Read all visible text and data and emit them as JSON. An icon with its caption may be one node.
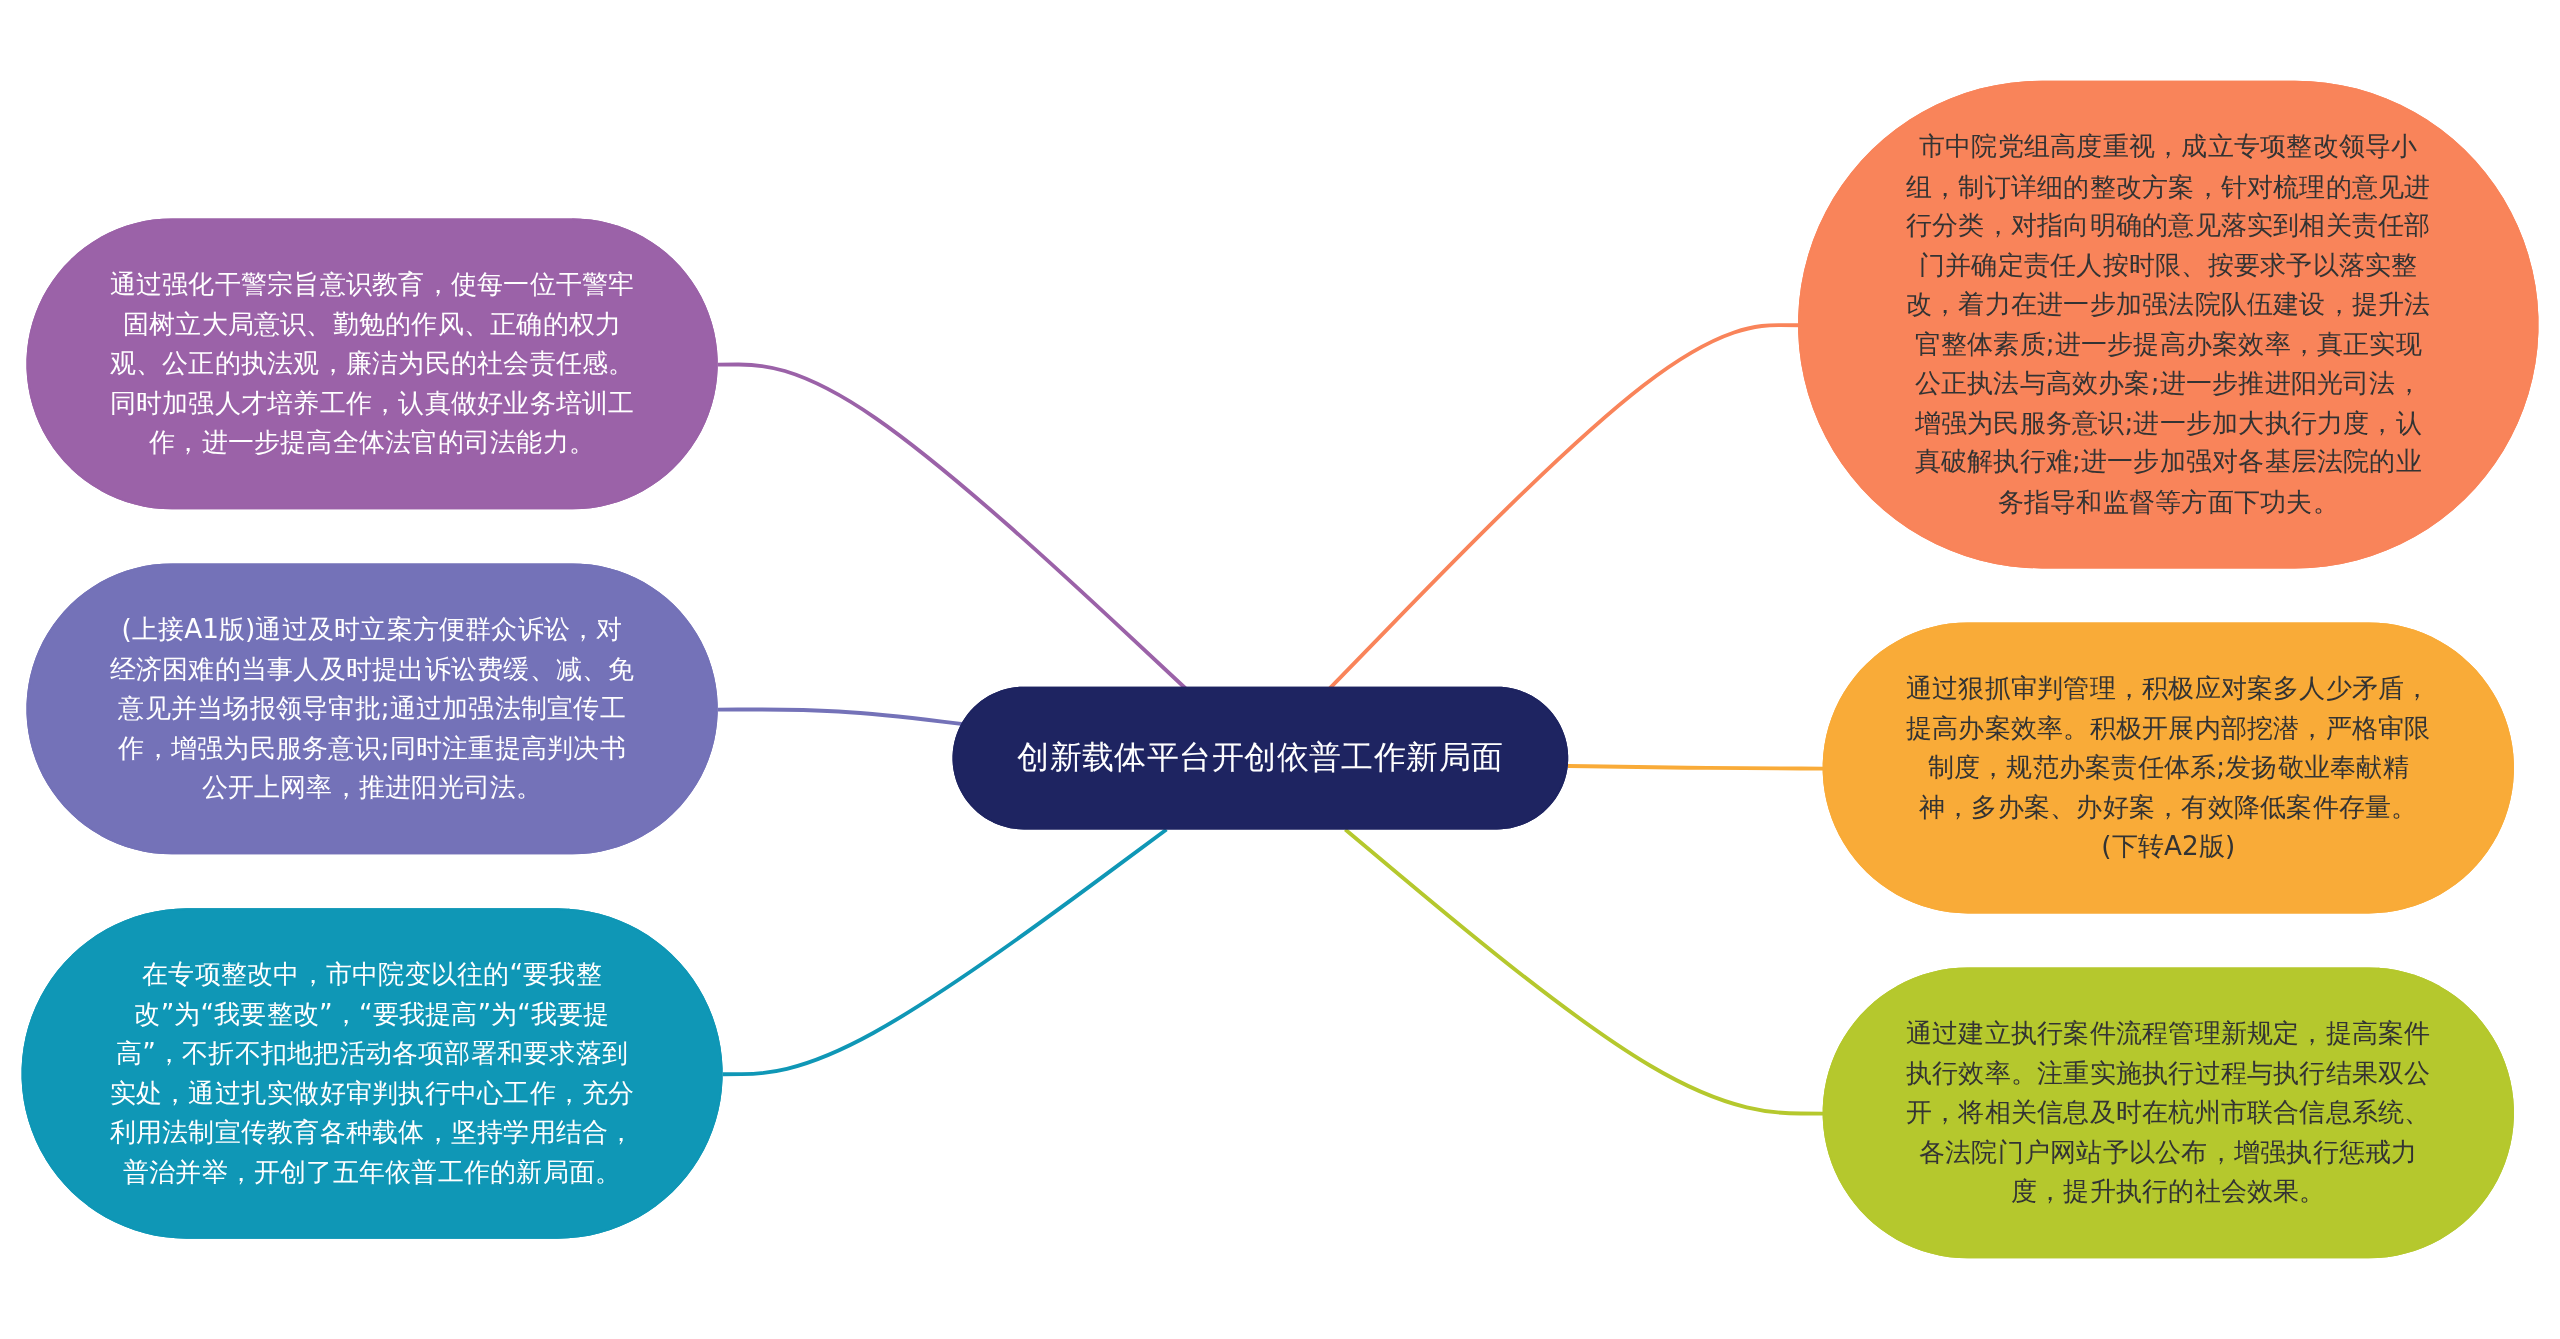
{
  "diagram": {
    "nodes": [
      {
        "text": [
          "创新载体平台开创依普工作新局面"
        ]
      },
      {
        "text": [
          "市中院党组高度重视，成立专项整改领导小组，制订详细的整改方案，针对梳理的意见进行分类，对指向明确的意见落实到相关责任部门并确定责任人按时限、按要求予以落实整改，着力在进一步加强法院队伍建设，提升法官整体素质;进一步提高办案效率，真正实现公正执法与高效办案;进一步推进阳光司法，增强为民服务意识;进一步加大执行力度，认真破解执行难;进一步加强对各基层法院的业务指导和监督等方面下功夫。"
        ]
      },
      {
        "text": [
          "通过狠抓审判管理，积极应对案多人少矛盾，提高办案效率。积极开展内部挖潜，严格审限制度，规范办案责任体系;发扬敬业奉献精神，多办案、办好案，有效降低案件存量。(下转A2版)"
        ]
      },
      {
        "text": [
          "通过建立执行案件流程管理新规定，提高案件执行效率。注重实施执行过程与执行结果双公开，将相关信息及时在杭州市联合信息系统、各法院门户网站予以公布，增强执行惩戒力度，提升执行的社会效果。"
        ]
      },
      {
        "text": [
          "通过强化干警宗旨意识教育，使每一位干警牢固树立大局意识、勤勉的作风、正确的权力观、公正的执法观，廉洁为民的社会责任感。同时加强人才培养工作，认真做好业务培训工作，进一步提高全体法官的司法能力。"
        ]
      },
      {
        "text": [
          "(上接A1版)通过及时立案方便群众诉讼，对经济困难的当事人及时提出诉讼费缓、减、免意见并当场报领导审批;通过加强法制宣传工作，增强为民服务意识;同时注重提高判决书公开上网率，推进阳光司法。"
        ]
      },
      {
        "text": [
          "在专项整改中，市中院变以往的“要我整改”为“我要整改”，“要我提高”为“我要提高”，不折不扣地把活动各项部署和要求落到实处，通过扎实做好审判执行中心工作，充分利用法制宣传教育各种载体，坚持学用结合，普治并举，开创了五年依普工作的新局面。"
        ]
      }
    ],
    "edges": [
      {
        "from": 0,
        "to": 1,
        "arrow": "none",
        "color": "#f9845a"
      },
      {
        "from": 0,
        "to": 2,
        "arrow": "none",
        "color": "#f9ab38"
      },
      {
        "from": 0,
        "to": 3,
        "arrow": "none",
        "color": "#b5c82d"
      },
      {
        "from": 0,
        "to": 4,
        "arrow": "none",
        "color": "#9b62a8"
      },
      {
        "from": 0,
        "to": 5,
        "arrow": "none",
        "color": "#7472b8"
      },
      {
        "from": 0,
        "to": 6,
        "arrow": "none",
        "color": "#0f97b6"
      }
    ]
  }
}
